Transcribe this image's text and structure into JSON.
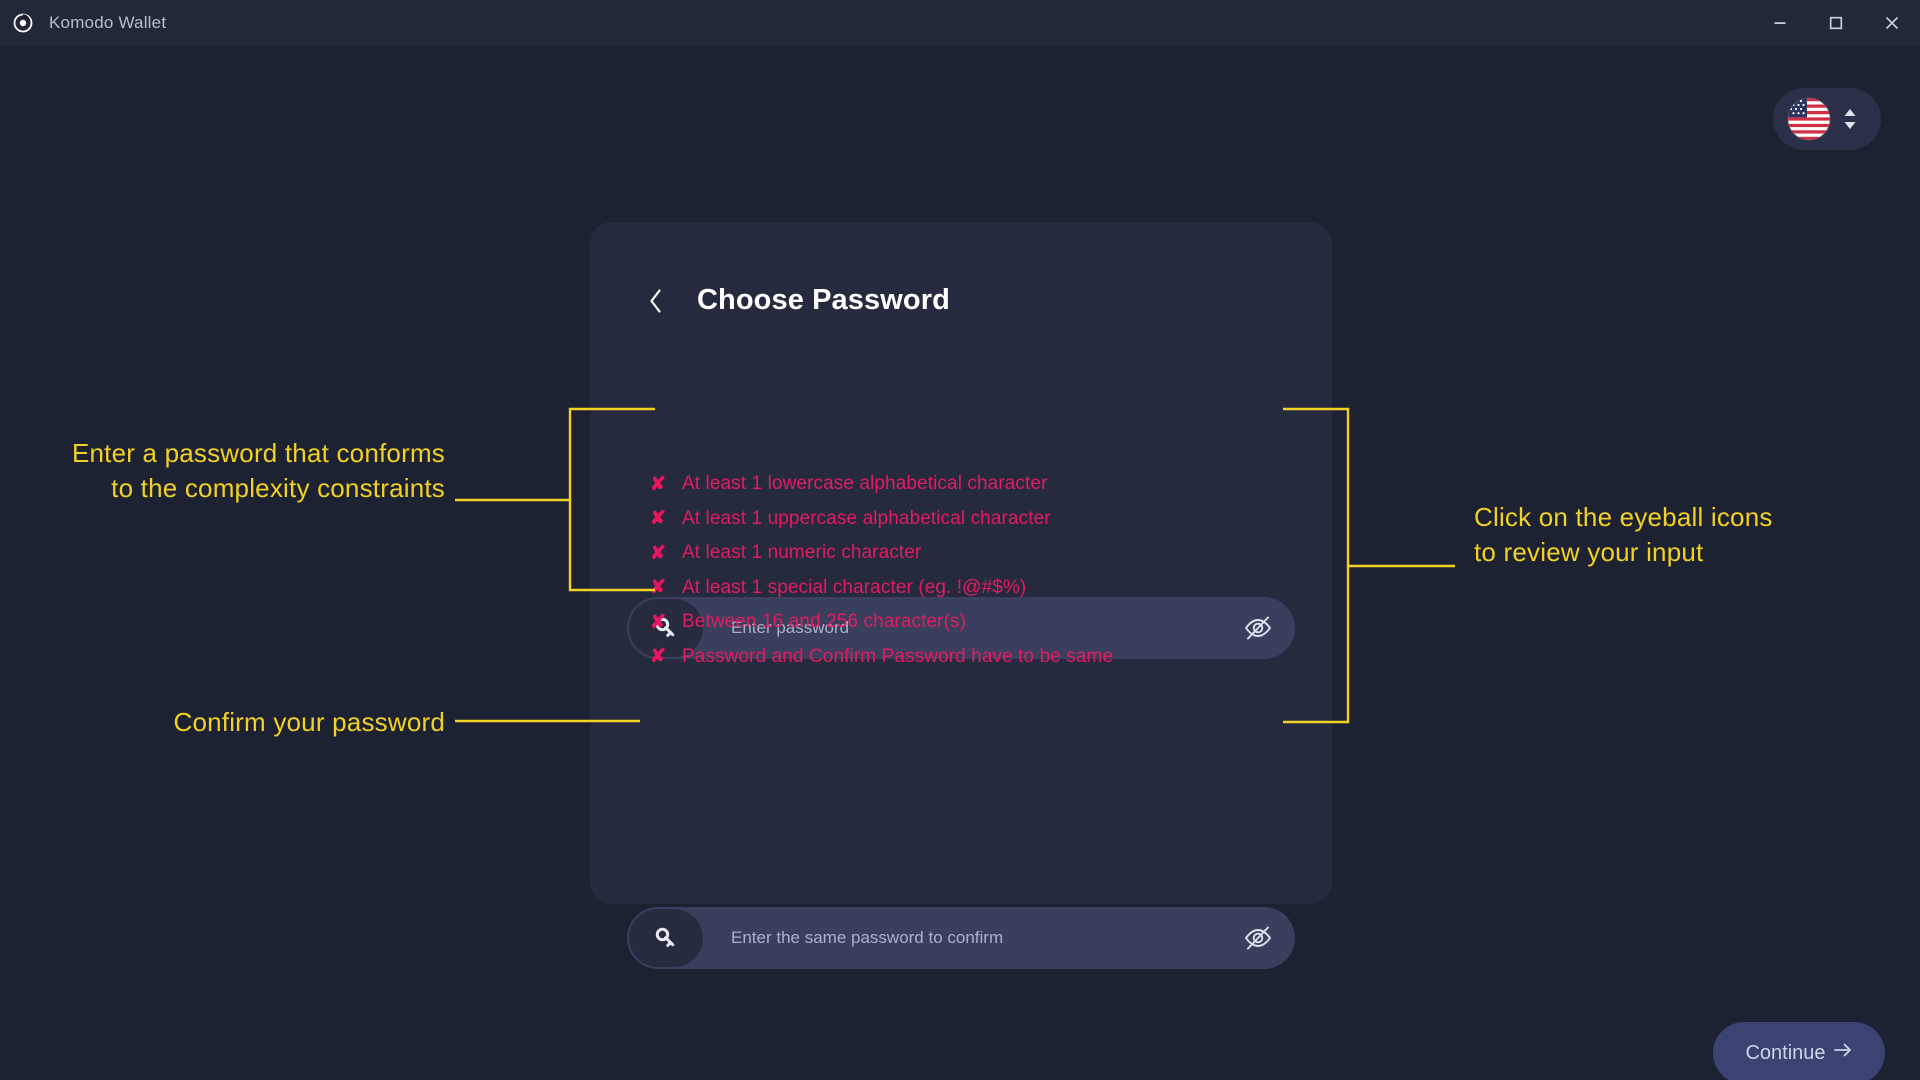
{
  "window": {
    "app_title": "Komodo Wallet",
    "logo_icon": "komodo-logo-icon",
    "minimize_label": "Minimize",
    "maximize_label": "Maximize",
    "close_label": "Close"
  },
  "language_selector": {
    "flag_icon": "us-flag-icon",
    "chevron_icon": "chevron-up-down-icon",
    "selected": "English (US)"
  },
  "card": {
    "back_icon": "chevron-left-icon",
    "title": "Choose Password",
    "password_field": {
      "key_icon": "key-icon",
      "placeholder": "Enter password",
      "value": "",
      "toggle_icon": "eye-off-icon"
    },
    "confirm_field": {
      "key_icon": "key-icon",
      "placeholder": "Enter the same password to confirm",
      "value": "",
      "toggle_icon": "eye-off-icon"
    },
    "validation": {
      "mark": "✘",
      "state_color": "#e31b5f",
      "rules": [
        "At least 1 lowercase alphabetical character",
        "At least 1 uppercase alphabetical character",
        "At least 1 numeric character",
        "At least 1 special character (eg. !@#$%)",
        "Between 16 and 256 character(s)",
        "Password and Confirm Password have to be same"
      ]
    },
    "continue_button": {
      "label": "Continue",
      "arrow_icon": "arrow-right-icon"
    }
  },
  "annotations": {
    "color": "#f2d024",
    "password_note": "Enter a password that conforms to the complexity constraints",
    "confirm_note": "Confirm your password",
    "eyeball_note": "Click on the eyeball icons to review your input"
  }
}
